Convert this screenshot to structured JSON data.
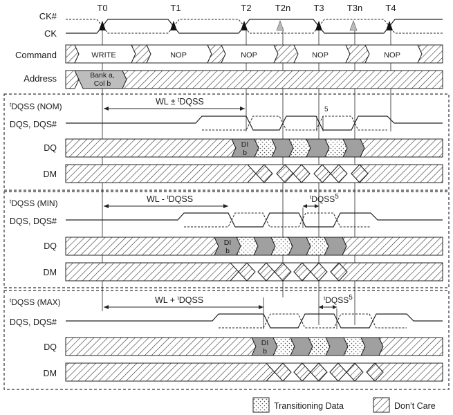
{
  "clock_labels": [
    "T0",
    "T1",
    "T2",
    "T2n",
    "T3",
    "T3n",
    "T4"
  ],
  "signals": {
    "ck_n": "CK#",
    "ck": "CK",
    "command": "Command",
    "address": "Address",
    "dqs": "DQS, DQS#",
    "dq": "DQ",
    "dm": "DM"
  },
  "commands": [
    "WRITE",
    "NOP",
    "NOP",
    "NOP",
    "NOP"
  ],
  "address_value": [
    "Bank a,",
    "Col b"
  ],
  "data_in": [
    "DI",
    "b"
  ],
  "sections": [
    {
      "title_sup": "t",
      "title": "DQSS (NOM)",
      "measure_main": "WL ± ",
      "measure_sup": "t",
      "measure_sub": "DQSS",
      "note_mark": "5",
      "note_sup": "",
      "note_main": ""
    },
    {
      "title_sup": "t",
      "title": "DQSS (MIN)",
      "measure_main": "WL - ",
      "measure_sup": "t",
      "measure_sub": "DQSS",
      "note_mark": "5",
      "note_sup": "t",
      "note_main": "DQSS"
    },
    {
      "title_sup": "t",
      "title": "DQSS (MAX)",
      "measure_main": "WL + ",
      "measure_sup": "t",
      "measure_sub": "DQSS",
      "note_mark": "5",
      "note_sup": "t",
      "note_main": "DQSS"
    }
  ],
  "legend": {
    "transitioning": "Transitioning Data",
    "dont_care": "Don’t Care"
  }
}
